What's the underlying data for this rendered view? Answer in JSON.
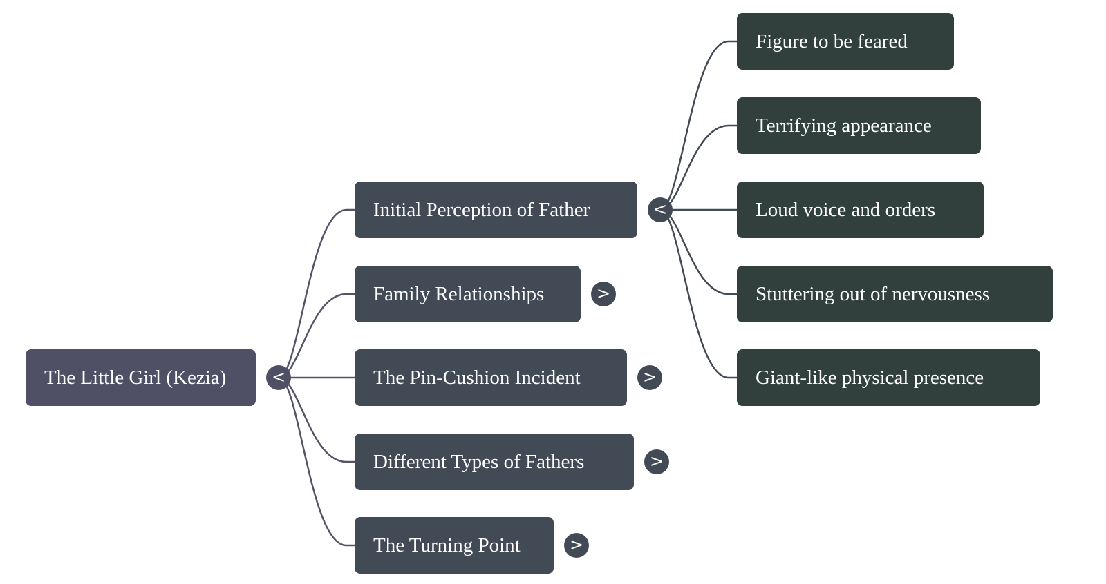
{
  "colors": {
    "root": "#4f5066",
    "level1": "#414a55",
    "level2": "#31403d",
    "link_root": "#545468",
    "link_level1": "#414a55",
    "text": "#ffffff"
  },
  "mindmap": {
    "root": {
      "label": "The Little Girl (Kezia)",
      "toggle": "<",
      "expanded": true
    },
    "children": [
      {
        "label": "Initial Perception of Father",
        "toggle": "<",
        "expanded": true,
        "children": [
          {
            "label": "Figure to be feared"
          },
          {
            "label": "Terrifying appearance"
          },
          {
            "label": "Loud voice and orders"
          },
          {
            "label": "Stuttering out of nervousness"
          },
          {
            "label": "Giant-like physical presence"
          }
        ]
      },
      {
        "label": "Family Relationships",
        "toggle": ">",
        "expanded": false
      },
      {
        "label": "The Pin-Cushion Incident",
        "toggle": ">",
        "expanded": false
      },
      {
        "label": "Different Types of Fathers",
        "toggle": ">",
        "expanded": false
      },
      {
        "label": "The Turning Point",
        "toggle": ">",
        "expanded": false
      }
    ]
  }
}
